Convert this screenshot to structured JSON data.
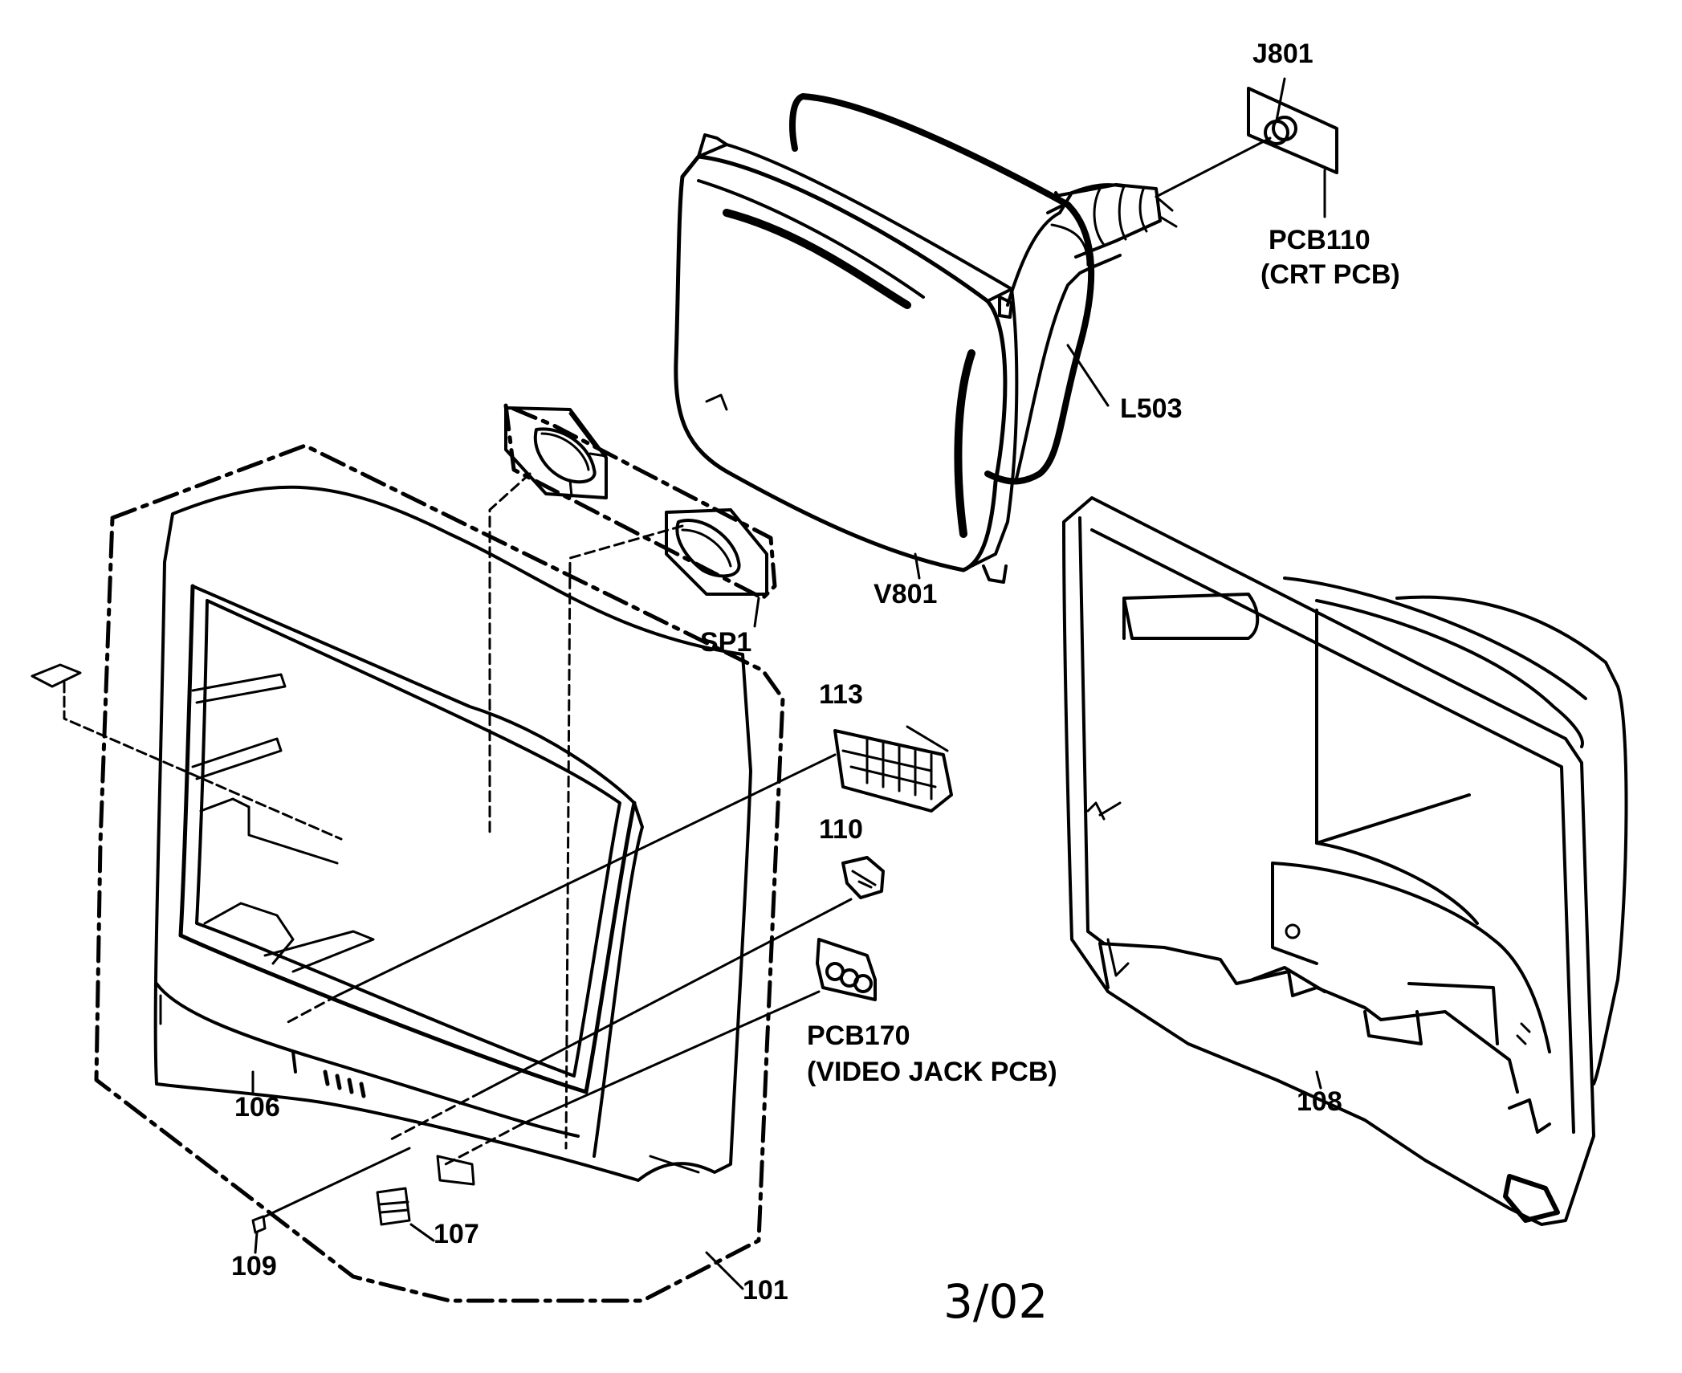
{
  "diagram": {
    "labels": {
      "j801": "J801",
      "pcb110": "PCB110",
      "pcb110_desc": "(CRT PCB)",
      "l503": "L503",
      "v801": "V801",
      "sp1": "SP1",
      "p113": "113",
      "p110": "110",
      "pcb170": "PCB170",
      "pcb170_desc": "(VIDEO JACK PCB)",
      "p106": "106",
      "p107": "107",
      "p109": "109",
      "p101": "101",
      "p108": "108"
    },
    "date": "3/02",
    "colors": {
      "ink": "#000000",
      "paper": "#ffffff"
    }
  }
}
